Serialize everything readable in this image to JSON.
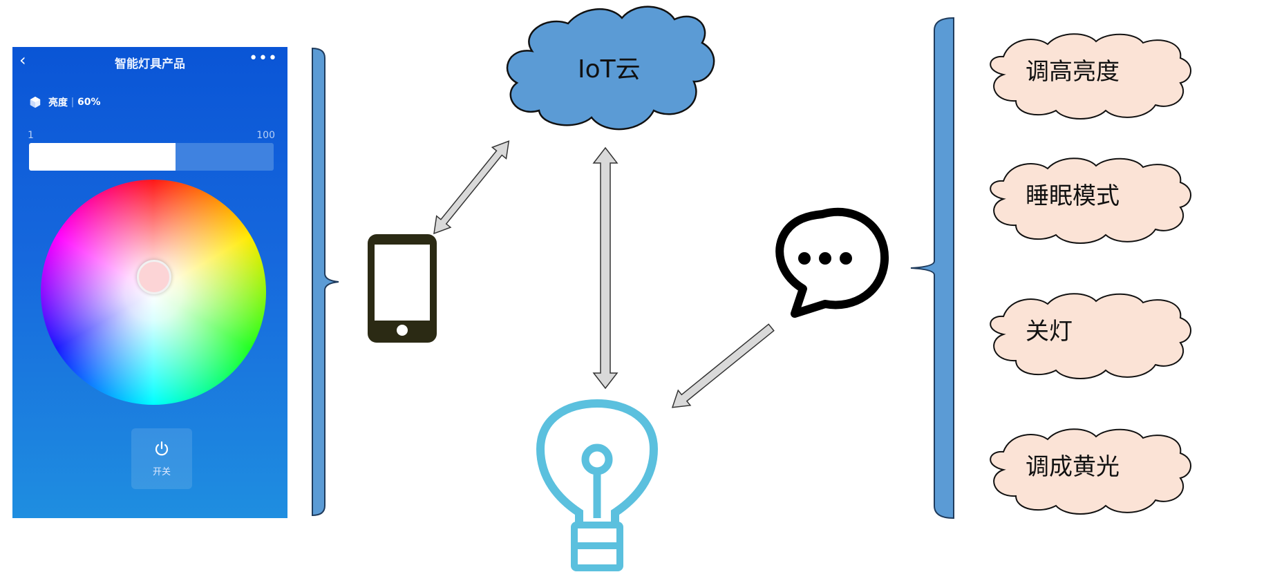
{
  "phone_ui": {
    "title": "智能灯具产品",
    "back_icon": "chevron-left-icon",
    "more_icon": "more-dots-icon",
    "brightness": {
      "label": "亮度",
      "value_text": "60%",
      "level": 0.6
    },
    "slider": {
      "min_label": "1",
      "max_label": "100"
    },
    "power": {
      "label": "开关",
      "icon": "power-icon"
    }
  },
  "diagram": {
    "cloud_label": "IoT云",
    "phone_icon": "smartphone-icon",
    "bulb_icon": "lightbulb-icon",
    "chat_icon": "chat-bubble-icon"
  },
  "commands": [
    {
      "label": "调高亮度"
    },
    {
      "label": "睡眠模式"
    },
    {
      "label": "关灯"
    },
    {
      "label": "调成黄光"
    }
  ],
  "colors": {
    "phone_bg_top": "#0a55d6",
    "phone_bg_bottom": "#1f8ee0",
    "cloud_fill": "#5b9bd5",
    "brace_fill": "#5b9bd5",
    "command_cloud_fill": "#fbe3d6",
    "bulb": "#5bc0de",
    "arrow_fill": "#d9d9d9"
  }
}
